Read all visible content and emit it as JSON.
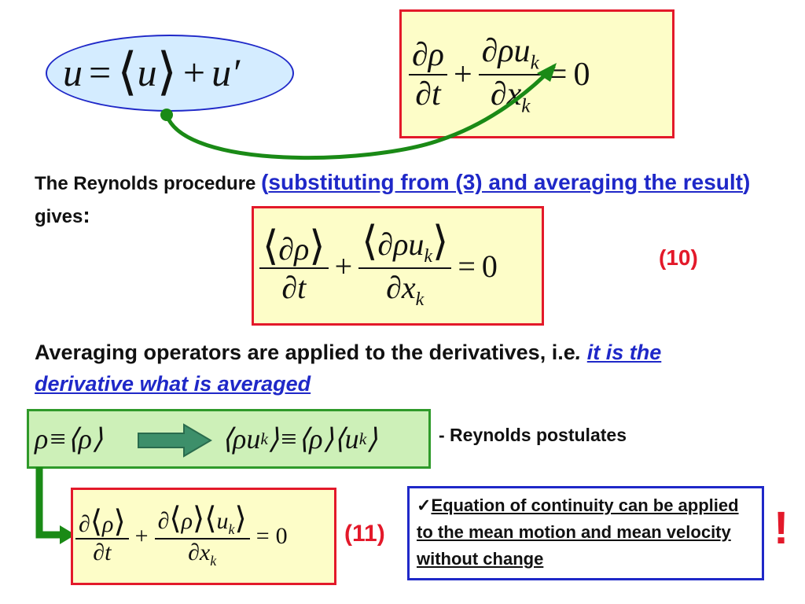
{
  "decomposition": {
    "u": "u",
    "eq": "=",
    "la": "⟨",
    "u2": "u",
    "ra": "⟩",
    "plus": "+",
    "u3": "u′"
  },
  "continuity_top": {
    "partial": "∂",
    "rho": "ρ",
    "t": "t",
    "plus": "+",
    "rho_u": "ρu",
    "k": "k",
    "x": "x",
    "eq": "=",
    "zero": "0"
  },
  "text1": {
    "prefix": "The Reynolds procedure ",
    "open_paren": "(",
    "link": "substituting from (3) and averaging the result",
    "close_paren": ")",
    "suffix": " gives",
    "colon": ":"
  },
  "eq10": {
    "la": "⟨",
    "ra": "⟩",
    "partial": "∂",
    "rho": "ρ",
    "t": "t",
    "plus": "+",
    "rho_u": "ρu",
    "k": "k",
    "x": "x",
    "eq": "=",
    "zero": "0",
    "label": "(10)"
  },
  "text2": {
    "main": "Averaging operators are applied to the derivatives, i.e",
    "dot": ".",
    "link": "it is the derivative what is averaged"
  },
  "postulates": {
    "lhs": "ρ≡⟨ρ⟩",
    "rhs_a": "⟨ρu",
    "k": "k",
    "rhs_b": "⟩≡⟨ρ⟩⟨u",
    "rhs_c": "⟩",
    "label": "- Reynolds postulates"
  },
  "eq11": {
    "la": "⟨",
    "ra": "⟩",
    "partial": "∂",
    "rho": "ρ",
    "u": "u",
    "k": "k",
    "t": "t",
    "x": "x",
    "plus": "+",
    "eq": "=",
    "zero": "0",
    "label": "(11)"
  },
  "note": {
    "check": "✓",
    "text": "Equation of continuity can be applied to the mean motion and mean velocity without change",
    "exclaim": "!"
  },
  "colors": {
    "ellipse_fill": "#d4ecff",
    "ellipse_stroke": "#1f28c8",
    "arrow_green": "#1a8a16",
    "box_red": "#e3192a",
    "box_fill": "#fdfdc8",
    "blue": "#1f28c8",
    "postulate_fill": "#cdf0b8",
    "postulate_border": "#2f9a2a",
    "block_arrow": "#3d8f6a"
  }
}
